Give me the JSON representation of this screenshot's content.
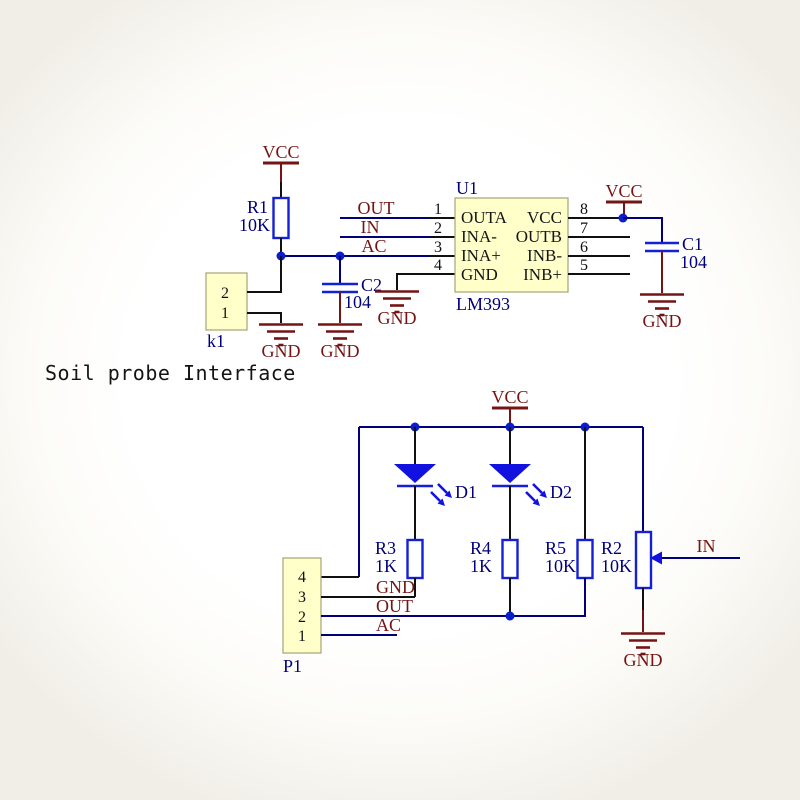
{
  "title": "Soil probe Interface",
  "labels": {
    "vcc": "VCC",
    "gnd": "GND",
    "out": "OUT",
    "in": "IN",
    "ac": "AC"
  },
  "components": {
    "r1": {
      "ref": "R1",
      "value": "10K"
    },
    "r2": {
      "ref": "R2",
      "value": "10K"
    },
    "r3": {
      "ref": "R3",
      "value": "1K"
    },
    "r4": {
      "ref": "R4",
      "value": "1K"
    },
    "r5": {
      "ref": "R5",
      "value": "10K"
    },
    "c1": {
      "ref": "C1",
      "value": "104"
    },
    "c2": {
      "ref": "C2",
      "value": "104"
    },
    "d1": {
      "ref": "D1"
    },
    "d2": {
      "ref": "D2"
    },
    "u1": {
      "ref": "U1",
      "part": "LM393",
      "left_pins": [
        {
          "num": "1",
          "name": "OUTA"
        },
        {
          "num": "2",
          "name": "INA-"
        },
        {
          "num": "3",
          "name": "INA+"
        },
        {
          "num": "4",
          "name": "GND"
        }
      ],
      "right_pins": [
        {
          "num": "8",
          "name": "VCC"
        },
        {
          "num": "7",
          "name": "OUTB"
        },
        {
          "num": "6",
          "name": "INB-"
        },
        {
          "num": "5",
          "name": "INB+"
        }
      ]
    },
    "k1": {
      "ref": "k1",
      "pins": [
        "2",
        "1"
      ]
    },
    "p1": {
      "ref": "P1",
      "pins": [
        "4",
        "3",
        "2",
        "1"
      ]
    }
  },
  "colors": {
    "wire_blue": "#00007d",
    "wire_black": "#101010",
    "symbol_blue": "#1420d6",
    "led_blue": "#1212e0",
    "net_maroon": "#741414",
    "label_navy": "#00007d",
    "body_fill": "#feffc9",
    "body_border": "#a3a37a",
    "junction_blue": "#0a1ecc"
  }
}
